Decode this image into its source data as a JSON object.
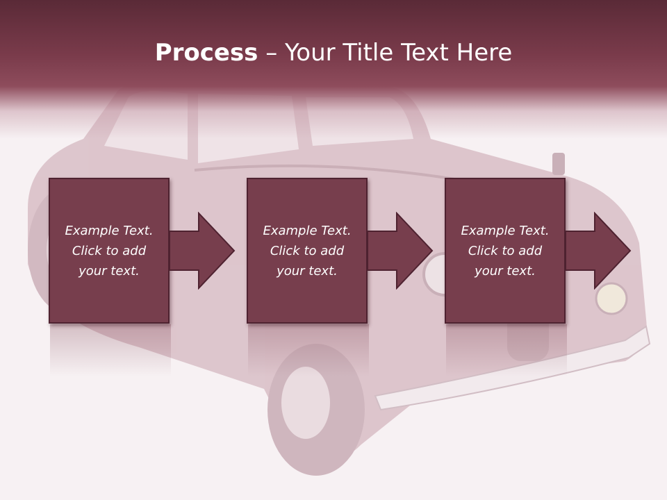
{
  "title": {
    "bold": "Process",
    "rest": " – Your Title Text Here"
  },
  "steps": [
    {
      "text": "Example Text. Click  to add your text."
    },
    {
      "text": "Example Text. Click  to add your text."
    },
    {
      "text": "Example Text. Click  to add your text."
    }
  ],
  "colors": {
    "box": "#773e4d",
    "border": "#4e2230",
    "header": "#7a3b4b",
    "background": "#f7f1f3"
  },
  "icons": [
    "right-arrow-icon"
  ]
}
